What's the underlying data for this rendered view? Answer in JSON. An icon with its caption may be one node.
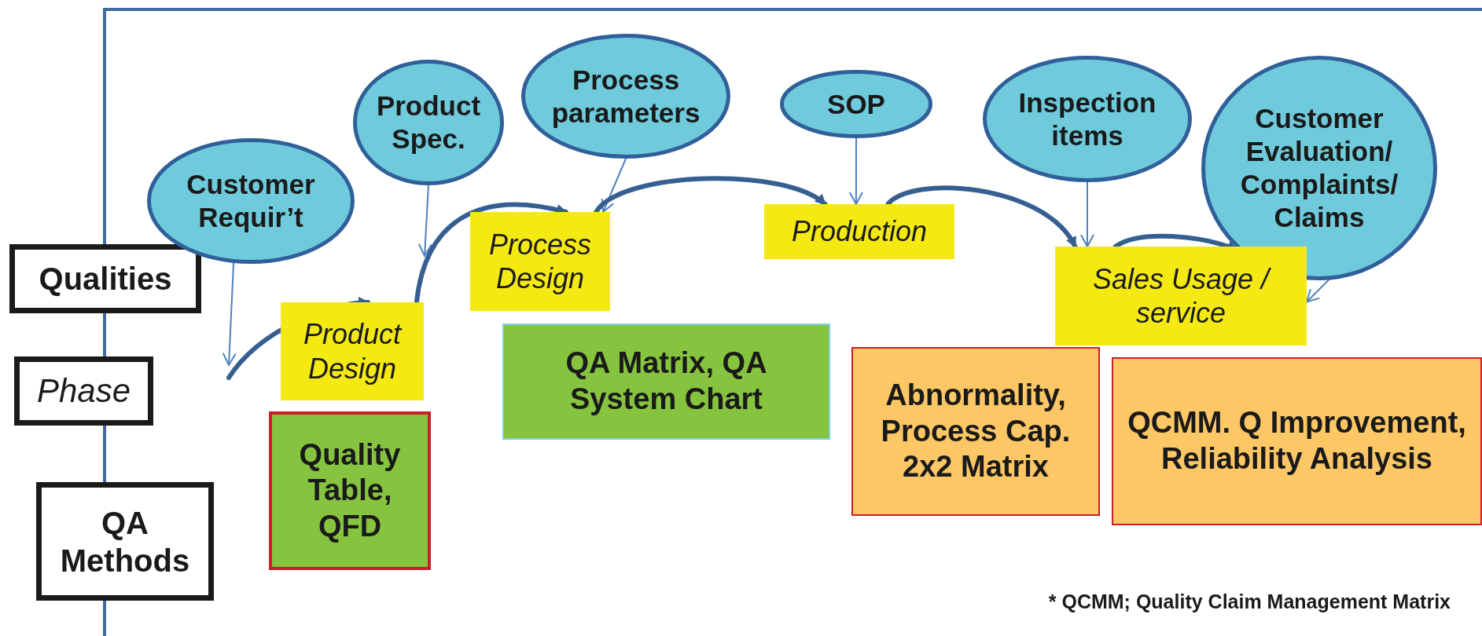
{
  "diagram": {
    "nodes": [
      {
        "text": [
          "Qualities"
        ]
      },
      {
        "text": [
          "Phase"
        ]
      },
      {
        "text": [
          "QA Methods"
        ]
      },
      {
        "text": [
          "Customer Requir’t"
        ]
      },
      {
        "text": [
          "Product Spec."
        ]
      },
      {
        "text": [
          "Process parameters"
        ]
      },
      {
        "text": [
          "SOP"
        ]
      },
      {
        "text": [
          "Inspection items"
        ]
      },
      {
        "text": [
          "Customer Evaluation/ Complaints/ Claims"
        ]
      },
      {
        "text": [
          "Product Design"
        ]
      },
      {
        "text": [
          "Process Design"
        ]
      },
      {
        "text": [
          "Production"
        ]
      },
      {
        "text": [
          "Sales Usage / service"
        ]
      },
      {
        "text": [
          "Quality Table, QFD"
        ]
      },
      {
        "text": [
          "QA Matrix, QA System Chart"
        ]
      },
      {
        "text": [
          "Abnormality, Process Cap. 2x2 Matrix"
        ]
      },
      {
        "text": [
          "QCMM. Q Improvement, Reliability Analysis"
        ]
      }
    ],
    "edges": [
      {
        "from": 3,
        "to": null,
        "arrow": "to"
      },
      {
        "from": 4,
        "to": null,
        "arrow": "to"
      },
      {
        "from": 5,
        "to": 10,
        "arrow": "to"
      },
      {
        "from": 6,
        "to": 11,
        "arrow": "to"
      },
      {
        "from": 7,
        "to": 12,
        "arrow": "to"
      },
      {
        "from": 8,
        "to": 12,
        "arrow": "to"
      },
      {
        "from": null,
        "to": 9,
        "arrow": "to",
        "style": "thick",
        "color": "#365f91"
      },
      {
        "from": 9,
        "to": 10,
        "arrow": "to",
        "style": "thick",
        "color": "#365f91"
      },
      {
        "from": 10,
        "to": 11,
        "arrow": "to",
        "style": "thick",
        "color": "#365f91"
      },
      {
        "from": 11,
        "to": 12,
        "arrow": "to",
        "style": "thick",
        "color": "#365f91"
      },
      {
        "from": 12,
        "to": 8,
        "arrow": "to",
        "style": "thick",
        "color": "#365f91"
      }
    ],
    "labels": [
      "* QCMM; Quality Claim Management Matrix"
    ]
  }
}
